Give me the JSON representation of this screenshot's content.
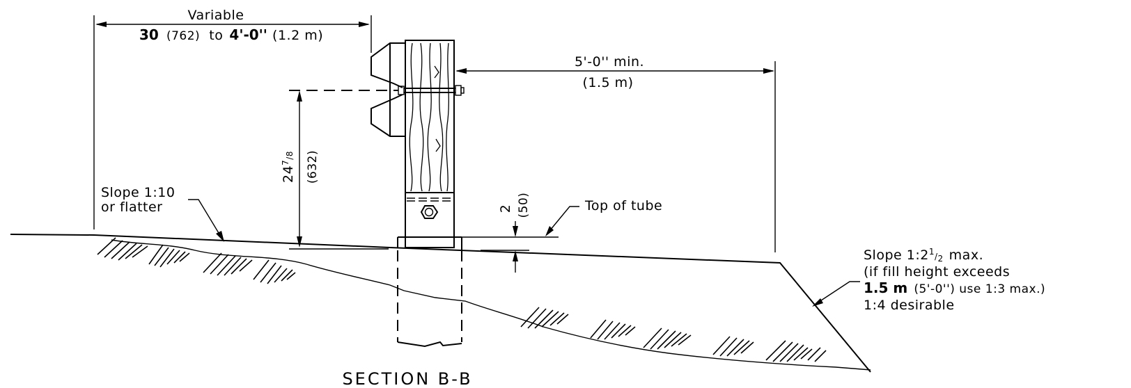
{
  "title": "SECTION B-B",
  "dim_variable": {
    "label": "Variable",
    "line2_imp": "30",
    "line2_met": "(762)",
    "line2_to": "to",
    "line2_imp2": "4'-0''",
    "line2_met2": "(1.2  m)"
  },
  "dim_5ft": {
    "imp": "5'-0''  min.",
    "met": "(1.5  m)"
  },
  "dim_height": {
    "imp_whole": "24",
    "imp_num": "7",
    "imp_den": "8",
    "met": "(632)"
  },
  "dim_2in": {
    "imp": "2",
    "met": "(50)"
  },
  "top_of_tube": "Top of tube",
  "slope_left": {
    "line1": "Slope 1:10",
    "line2": "or flatter"
  },
  "slope_right": {
    "line1_a": "Slope 1:2",
    "line1_b": "1",
    "line1_c": "2",
    "line1_d": "max.",
    "line2": "(if fill height exceeds",
    "line3_bold": "1.5  m",
    "line3_rest": "(5'-0'') use 1:3 max.)",
    "line4": "1:4 desirable"
  }
}
